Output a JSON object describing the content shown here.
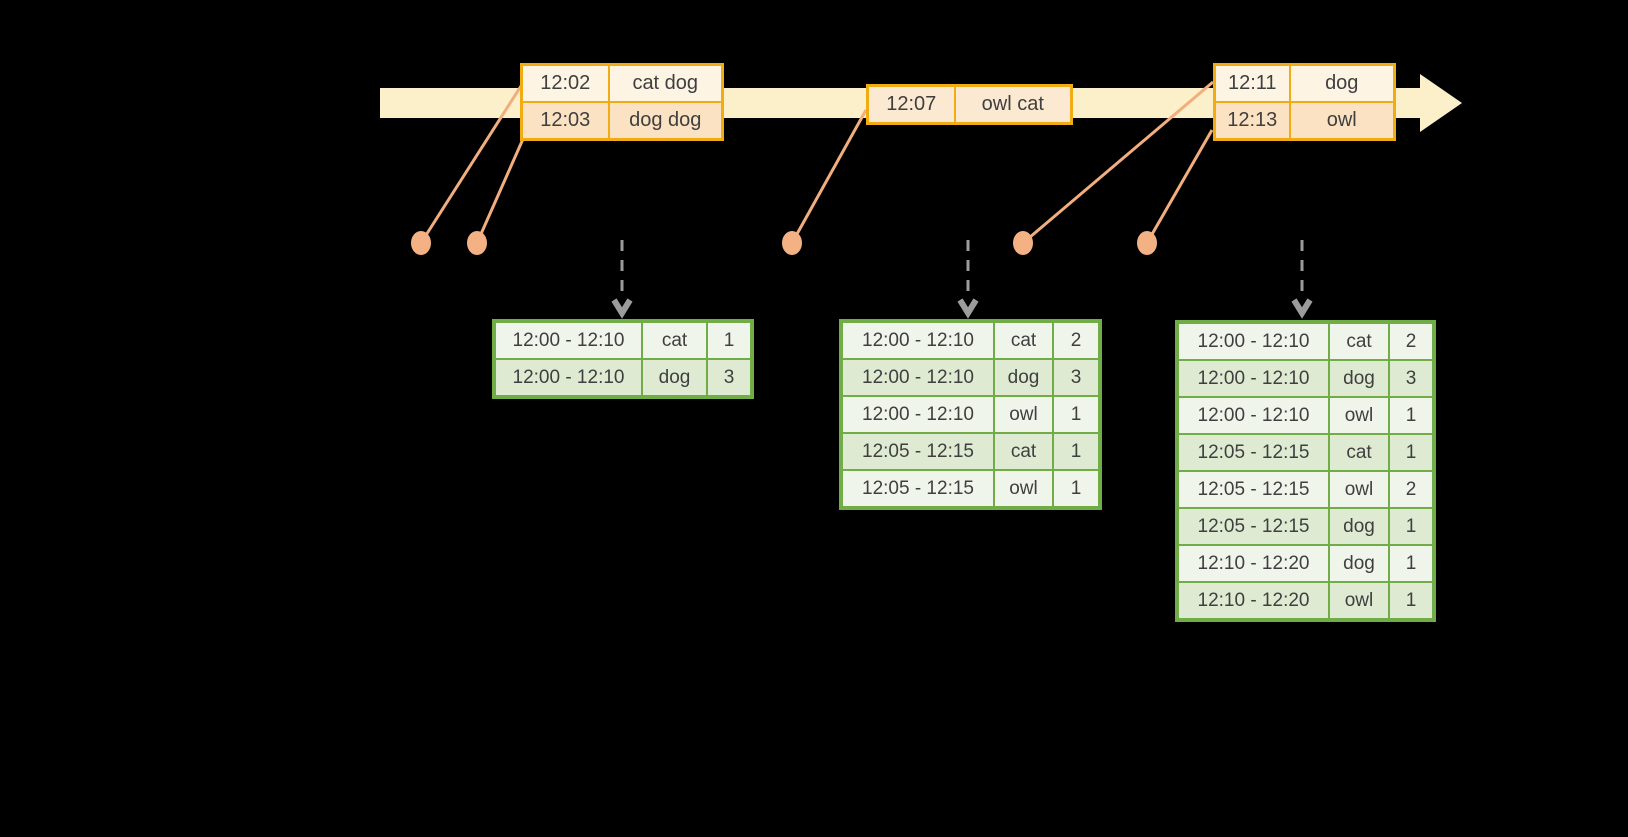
{
  "event_tables": [
    {
      "rows": [
        [
          "12:02",
          "cat dog"
        ],
        [
          "12:03",
          "dog dog"
        ]
      ]
    },
    {
      "rows": [
        [
          "12:07",
          "owl cat"
        ]
      ]
    },
    {
      "rows": [
        [
          "12:11",
          "dog"
        ],
        [
          "12:13",
          "owl"
        ]
      ]
    }
  ],
  "result_tables": [
    {
      "rows": [
        [
          "12:00 - 12:10",
          "cat",
          "1"
        ],
        [
          "12:00 - 12:10",
          "dog",
          "3"
        ]
      ]
    },
    {
      "rows": [
        [
          "12:00 - 12:10",
          "cat",
          "2"
        ],
        [
          "12:00 - 12:10",
          "dog",
          "3"
        ],
        [
          "12:00 - 12:10",
          "owl",
          "1"
        ],
        [
          "12:05 - 12:15",
          "cat",
          "1"
        ],
        [
          "12:05 - 12:15",
          "owl",
          "1"
        ]
      ]
    },
    {
      "rows": [
        [
          "12:00 - 12:10",
          "cat",
          "2"
        ],
        [
          "12:00 - 12:10",
          "dog",
          "3"
        ],
        [
          "12:00 - 12:10",
          "owl",
          "1"
        ],
        [
          "12:05 - 12:15",
          "cat",
          "1"
        ],
        [
          "12:05 - 12:15",
          "owl",
          "2"
        ],
        [
          "12:05 - 12:15",
          "dog",
          "1"
        ],
        [
          "12:10 - 12:20",
          "dog",
          "1"
        ],
        [
          "12:10 - 12:20",
          "owl",
          "1"
        ]
      ]
    }
  ],
  "colors": {
    "background": "#000000",
    "timeline_band": "#fbf0c9",
    "event_border": "#f0ac12",
    "event_row_peach": "#fbe2c3",
    "event_row_cream": "#fdf4e4",
    "event_row_single": "#fce9d2",
    "connector_salmon": "#f2ae7e",
    "dot_salmon": "#f4b183",
    "result_border": "#70ad47",
    "result_row_dark": "#deebd2",
    "result_row_light": "#f0f5ec",
    "trigger_arrow_gray": "#9c9c9c",
    "text": "#3f3f3f"
  }
}
